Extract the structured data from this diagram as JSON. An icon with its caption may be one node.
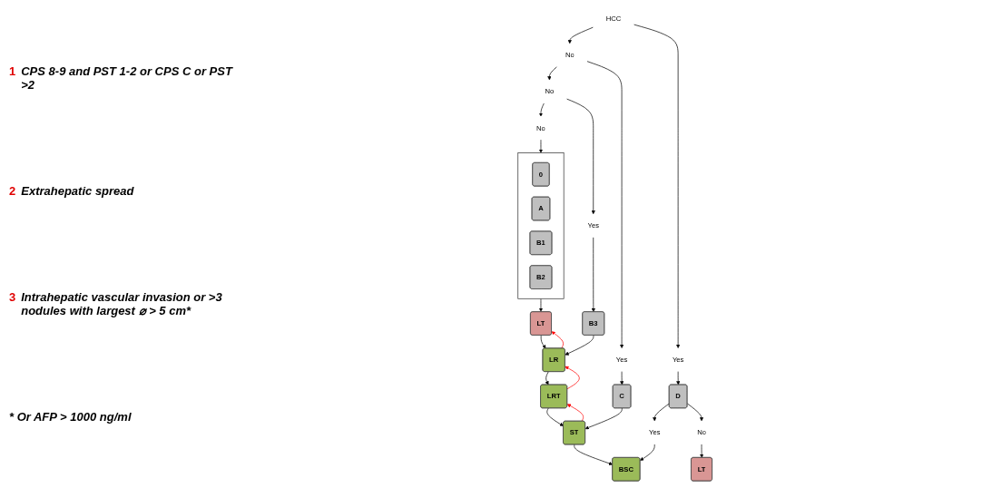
{
  "diagram": {
    "nodes": [
      {
        "text": [
          "HCC"
        ]
      },
      {
        "text": [
          "No"
        ]
      },
      {
        "text": [
          "Yes"
        ]
      },
      {
        "text": [
          "D"
        ]
      },
      {
        "text": [
          "No"
        ]
      },
      {
        "text": [
          "Yes"
        ]
      },
      {
        "text": [
          "C"
        ]
      },
      {
        "text": [
          "No"
        ]
      },
      {
        "text": [
          "Yes"
        ]
      },
      {
        "text": [],
        "shape": "box"
      },
      {
        "text": [
          "0"
        ],
        "in": 9
      },
      {
        "text": [
          "A"
        ],
        "in": 9
      },
      {
        "text": [
          "B1"
        ],
        "in": 9
      },
      {
        "text": [
          "B2"
        ],
        "in": 9
      },
      {
        "text": [
          "B3"
        ]
      },
      {
        "text": [
          "Yes"
        ]
      },
      {
        "text": [
          "No"
        ]
      },
      {
        "text": [
          "LT"
        ]
      },
      {
        "text": [
          "LR"
        ]
      },
      {
        "text": [
          "LRT"
        ]
      },
      {
        "text": [
          "ST"
        ]
      },
      {
        "text": [
          "BSC"
        ]
      },
      {
        "text": [
          "LT"
        ]
      }
    ],
    "edges": [
      {
        "from": 0,
        "to": 1,
        "arrow": "to"
      },
      {
        "from": 0,
        "to": 2,
        "arrow": "to"
      },
      {
        "from": 2,
        "to": 3,
        "arrow": "to"
      },
      {
        "from": 1,
        "to": 4,
        "arrow": "to"
      },
      {
        "from": 1,
        "to": 5,
        "arrow": "to"
      },
      {
        "from": 5,
        "to": 6,
        "arrow": "to"
      },
      {
        "from": 4,
        "to": 7,
        "arrow": "to"
      },
      {
        "from": 4,
        "to": 8,
        "arrow": "to"
      },
      {
        "from": 7,
        "to": 9,
        "arrow": "to"
      },
      {
        "from": 8,
        "to": 14,
        "arrow": "to"
      },
      {
        "from": 3,
        "to": 15,
        "arrow": "to"
      },
      {
        "from": 3,
        "to": 16,
        "arrow": "to"
      },
      {
        "from": 9,
        "to": 17,
        "arrow": "to"
      },
      {
        "from": 14,
        "to": 18,
        "arrow": "to"
      },
      {
        "from": 6,
        "to": 20,
        "arrow": "to"
      },
      {
        "from": 15,
        "to": 21,
        "arrow": "to"
      },
      {
        "from": 16,
        "to": 22,
        "arrow": "to"
      },
      {
        "from": 17,
        "to": 18,
        "arrow": "to"
      },
      {
        "from": 18,
        "to": 19,
        "arrow": "to"
      },
      {
        "from": 19,
        "to": 20,
        "arrow": "to"
      },
      {
        "from": 20,
        "to": 21,
        "arrow": "to"
      },
      {
        "from": 18,
        "to": 17,
        "arrow": "to",
        "color": "#ff0000"
      },
      {
        "from": 19,
        "to": 18,
        "arrow": "to",
        "color": "#ff0000"
      },
      {
        "from": 20,
        "to": 19,
        "arrow": "to",
        "color": "#ff0000"
      }
    ],
    "labels": [
      "1",
      "CPS 8-9 and PST 1-2 or CPS C or PST >2",
      "2",
      "Extrahepatic spread",
      "3",
      "Intrahepatic vascular invasion or >3 nodules with largest ⌀ > 5 cm*",
      "* Or AFP > 1000 ng/ml"
    ]
  }
}
